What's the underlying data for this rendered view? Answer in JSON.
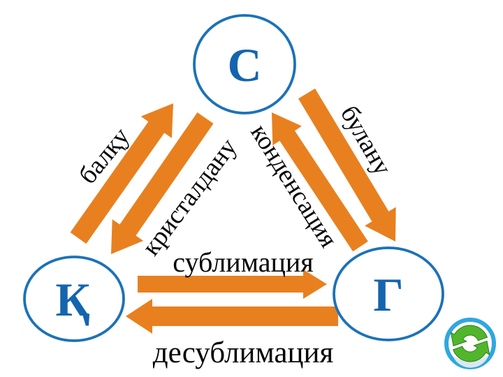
{
  "diagram": {
    "description": "Phase transition triangle diagram (states of matter, Kazakh)",
    "nodes": [
      {
        "id": "liquid",
        "label": "С"
      },
      {
        "id": "solid",
        "label": "Қ"
      },
      {
        "id": "gas",
        "label": "Г"
      }
    ],
    "edges": [
      {
        "id": "melting",
        "label": "балқу",
        "from": "Қ",
        "to": "С"
      },
      {
        "id": "crystallization",
        "label": "кристалдану",
        "from": "С",
        "to": "Қ"
      },
      {
        "id": "condensation",
        "label": "конденсация",
        "from": "Г",
        "to": "С"
      },
      {
        "id": "evaporation",
        "label": "булану",
        "from": "С",
        "to": "Г"
      },
      {
        "id": "sublimation",
        "label": "сублимация",
        "from": "Қ",
        "to": "Г"
      },
      {
        "id": "desublimation",
        "label": "десублимация",
        "from": "Г",
        "to": "Қ"
      }
    ],
    "colors": {
      "arrow": "#e8801f",
      "node_stroke": "#1b72b8",
      "node_letter": "#1465ae",
      "label_text": "#050505",
      "icon_ring": "#2fa7e0",
      "icon_green": "#52b62c"
    },
    "icons": [
      {
        "name": "recycle-refresh-icon",
        "position": "bottom-right"
      }
    ]
  }
}
